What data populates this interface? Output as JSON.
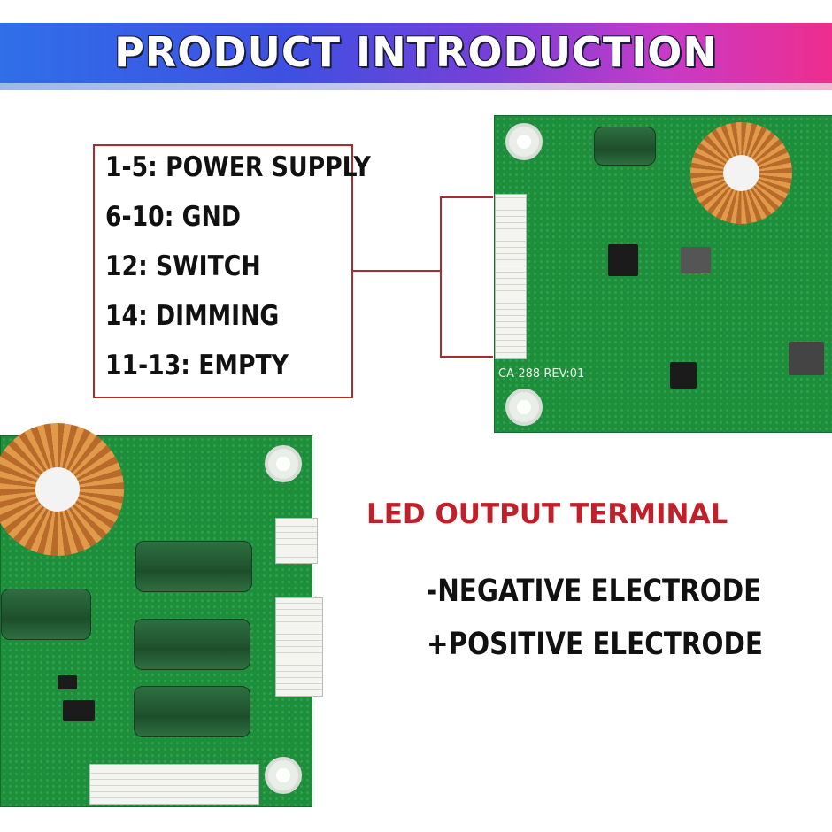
{
  "banner": {
    "title": "PRODUCT INTRODUCTION"
  },
  "pin_box": {
    "lines": [
      "1-5: POWER SUPPLY",
      "6-10: GND",
      "12: SWITCH",
      "14: DIMMING",
      "11-13: EMPTY"
    ]
  },
  "board_top": {
    "marking": "CA-288 REV:01"
  },
  "led_output": {
    "title": "LED OUTPUT TERMINAL",
    "lines": [
      "-NEGATIVE ELECTRODE",
      "+POSITIVE ELECTRODE"
    ]
  },
  "colors": {
    "accent_red": "#c0202a",
    "pcb_green": "#1f8e3c",
    "banner_start": "#2f6fe8",
    "banner_end": "#ee2d8d"
  }
}
